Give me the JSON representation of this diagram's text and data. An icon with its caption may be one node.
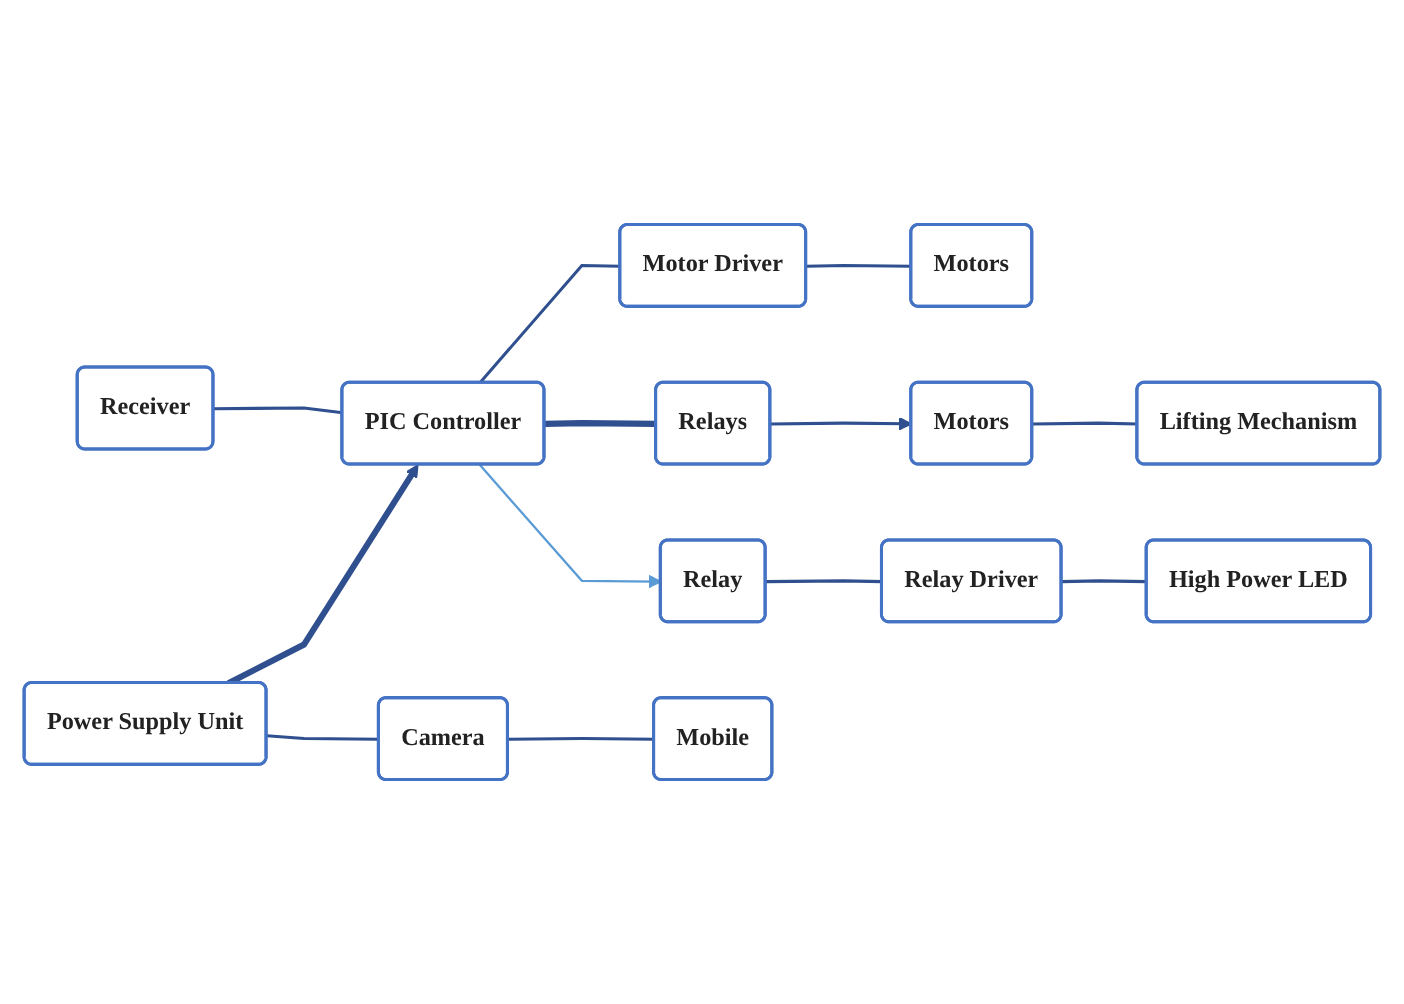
{
  "diagram": {
    "nodes": [
      {
        "text": [
          "Receiver"
        ]
      },
      {
        "text": [
          "PIC Controller"
        ]
      },
      {
        "text": [
          "Motor Driver"
        ]
      },
      {
        "text": [
          "Motors"
        ]
      },
      {
        "text": [
          "Relays"
        ]
      },
      {
        "text": [
          "Motors"
        ]
      },
      {
        "text": [
          "Lifting Mechanism"
        ]
      },
      {
        "text": [
          "Power Supply Unit"
        ]
      },
      {
        "text": [
          "Relay"
        ]
      },
      {
        "text": [
          "Camera"
        ]
      },
      {
        "text": [
          "Mobile"
        ]
      },
      {
        "text": [
          "Relay Driver"
        ]
      },
      {
        "text": [
          "High Power LED"
        ]
      }
    ],
    "edges": [
      {
        "from": 0,
        "to": 1,
        "arrow": "none"
      },
      {
        "from": 1,
        "to": 2,
        "arrow": "none"
      },
      {
        "from": 2,
        "to": 3,
        "arrow": "none"
      },
      {
        "from": 1,
        "to": 4,
        "arrow": "none",
        "style": "thick"
      },
      {
        "from": 4,
        "to": 5,
        "arrow": "to"
      },
      {
        "from": 5,
        "to": 6,
        "arrow": "none"
      },
      {
        "from": 7,
        "to": 1,
        "arrow": "to",
        "style": "thick"
      },
      {
        "from": 1,
        "to": 8,
        "arrow": "to",
        "color": "#5b9bd5"
      },
      {
        "from": 7,
        "to": 9,
        "arrow": "none"
      },
      {
        "from": 9,
        "to": 10,
        "arrow": "none"
      },
      {
        "from": 8,
        "to": 11,
        "arrow": "none"
      },
      {
        "from": 11,
        "to": 12,
        "arrow": "none"
      }
    ]
  }
}
